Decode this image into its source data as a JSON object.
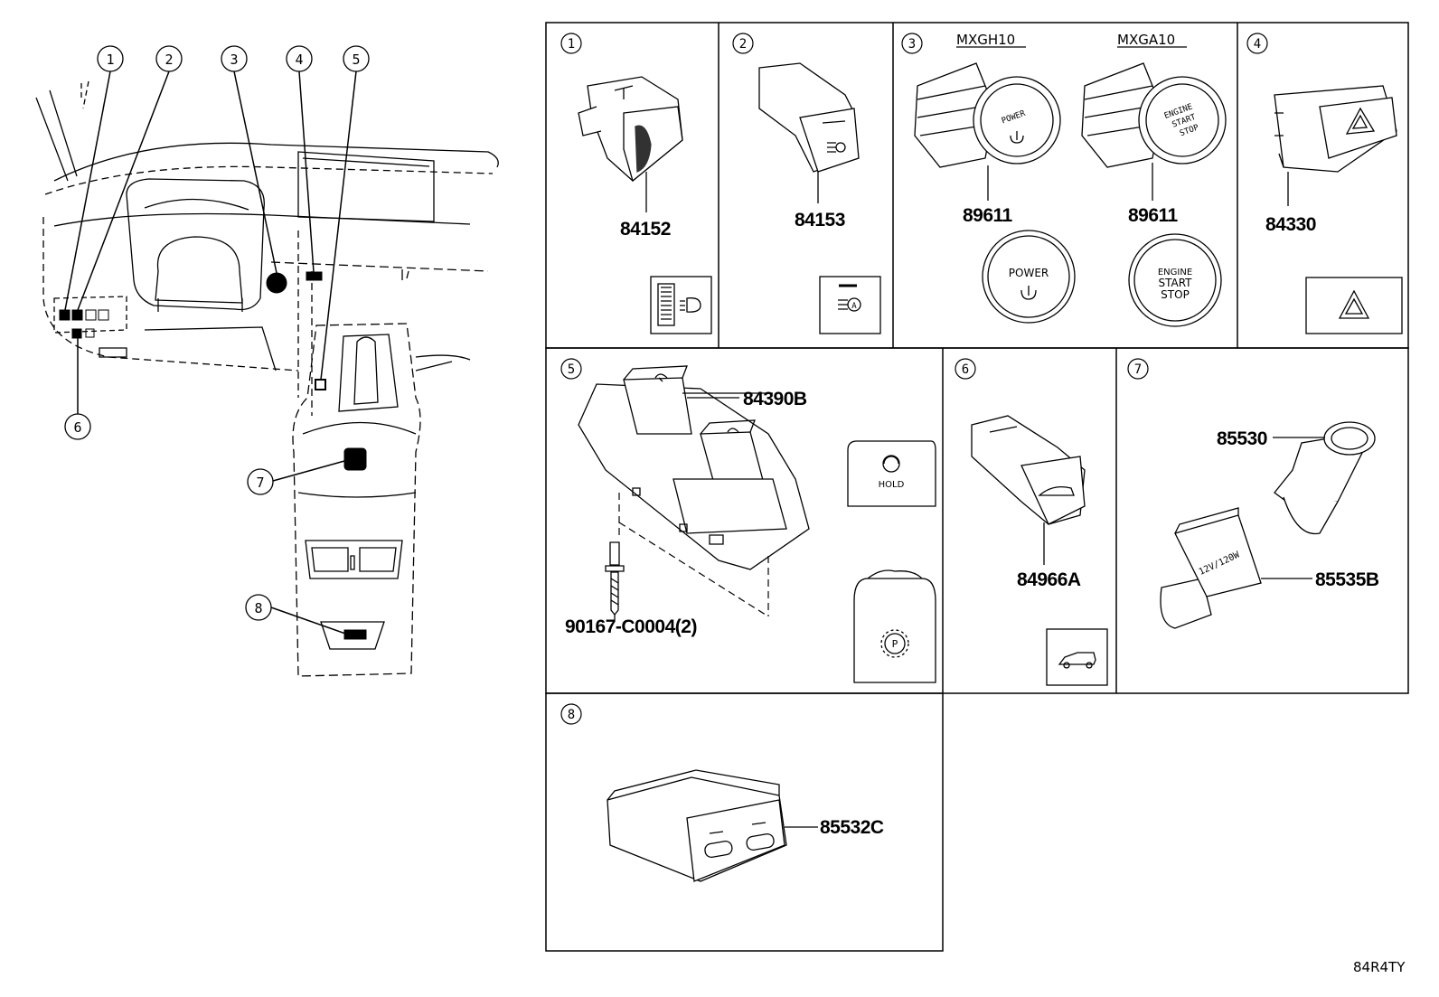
{
  "overview": {
    "callouts": [
      "1",
      "2",
      "3",
      "4",
      "5",
      "6",
      "7",
      "8"
    ]
  },
  "panels": [
    {
      "num": "1",
      "parts": [
        "84152"
      ]
    },
    {
      "num": "2",
      "parts": [
        "84153"
      ]
    },
    {
      "num": "3",
      "models": [
        "MXGH10",
        "MXGA10"
      ],
      "parts": [
        "89611",
        "89611"
      ],
      "power_label": [
        "POWER"
      ],
      "engine_label": [
        "ENGINE",
        "START",
        "STOP"
      ]
    },
    {
      "num": "4",
      "parts": [
        "84330"
      ]
    },
    {
      "num": "5",
      "parts": [
        "84390B",
        "90167-C0004(2)"
      ],
      "hold_label": "HOLD",
      "p_label": "P"
    },
    {
      "num": "6",
      "parts": [
        "84966A"
      ]
    },
    {
      "num": "7",
      "parts": [
        "85530",
        "85535B"
      ],
      "socket_label": "12V/120W"
    },
    {
      "num": "8",
      "parts": [
        "85532C"
      ]
    }
  ],
  "diagram_code": "84R4TY"
}
